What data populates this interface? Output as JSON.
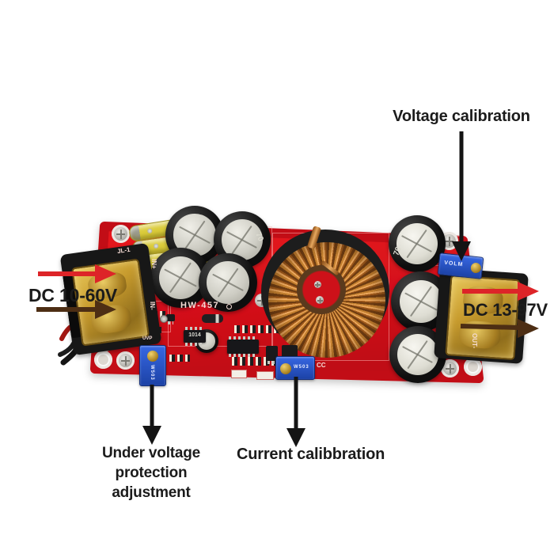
{
  "annotations": {
    "voltage_calibration": "Voltage calibration",
    "input_range": "DC 10-60V",
    "output_range": "DC 13-97V",
    "under_voltage": [
      "Under voltage",
      "protection",
      "adjustment"
    ],
    "current_calibration": "Current calibbration"
  },
  "board": {
    "model": "HW-457",
    "corner_label": "JL-1",
    "ic_marking": "1014",
    "cap_marking": "70",
    "silkscreen": {
      "in_plus": "IN+",
      "in_minus": "IN-",
      "out_minus": "OUT-",
      "cc": "CC",
      "uvp": "UVP"
    },
    "trimmer_markings": {
      "voltage": "VOLM",
      "current": "W503",
      "under_voltage": "W503"
    }
  },
  "colors": {
    "pcb_red": "#da121b",
    "arrow_red": "#dd2428",
    "arrow_brown": "#4d2e14",
    "arrow_black": "#141414",
    "trimmer_blue": "#2b57c8",
    "fuse_yellow": "#dbcc3b",
    "terminal_amber": "#c79b2e",
    "copper": "#b26a24"
  }
}
